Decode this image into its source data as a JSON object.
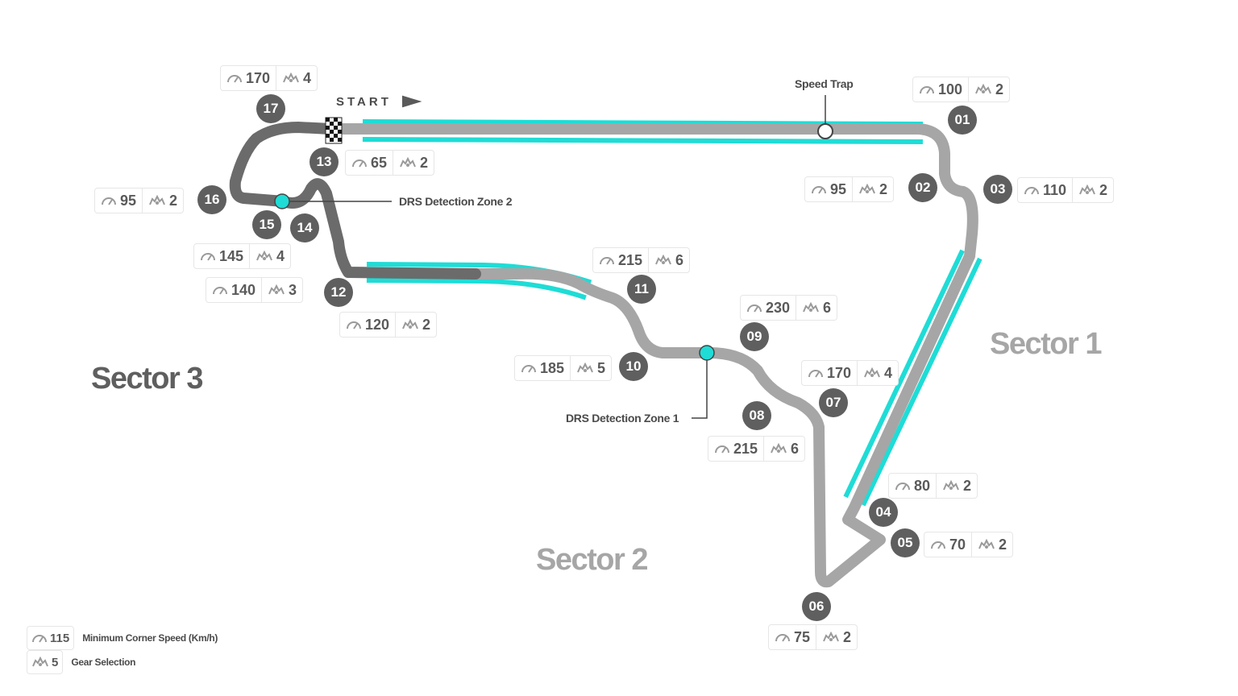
{
  "start_label": "START",
  "labels": {
    "speed_trap": "Speed Trap",
    "drs_zone_1": "DRS Detection Zone 1",
    "drs_zone_2": "DRS Detection Zone 2"
  },
  "sectors": [
    {
      "name": "Sector 1",
      "color": "#a6a6a6"
    },
    {
      "name": "Sector 2",
      "color": "#a6a6a6"
    },
    {
      "name": "Sector 3",
      "color": "#5f5f5f"
    }
  ],
  "corners": [
    {
      "number": "01",
      "min_speed": "100",
      "gear": "2"
    },
    {
      "number": "02",
      "min_speed": "95",
      "gear": "2"
    },
    {
      "number": "03",
      "min_speed": "110",
      "gear": "2"
    },
    {
      "number": "04",
      "min_speed": "80",
      "gear": "2"
    },
    {
      "number": "05",
      "min_speed": "70",
      "gear": "2"
    },
    {
      "number": "06",
      "min_speed": "75",
      "gear": "2"
    },
    {
      "number": "07",
      "min_speed": "170",
      "gear": "4"
    },
    {
      "number": "08",
      "min_speed": "215",
      "gear": "6"
    },
    {
      "number": "09",
      "min_speed": "230",
      "gear": "6"
    },
    {
      "number": "10",
      "min_speed": "185",
      "gear": "5"
    },
    {
      "number": "11",
      "min_speed": "215",
      "gear": "6"
    },
    {
      "number": "12",
      "min_speed": "120",
      "gear": "2"
    },
    {
      "number": "13",
      "min_speed": "65",
      "gear": "2"
    },
    {
      "number": "14",
      "min_speed": "140",
      "gear": "3"
    },
    {
      "number": "15",
      "min_speed": "145",
      "gear": "4"
    },
    {
      "number": "16",
      "min_speed": "95",
      "gear": "2"
    },
    {
      "number": "17",
      "min_speed": "170",
      "gear": "4"
    }
  ],
  "legend": {
    "speed_sample": "115",
    "speed_text": "Minimum Corner Speed (Km/h)",
    "gear_sample": "5",
    "gear_text": "Gear Selection"
  },
  "colors": {
    "track_light": "#a6a6a6",
    "track_dark": "#6b6b6b",
    "drs": "#1fdcd6",
    "badge": "#5f5f5f"
  },
  "icons": {
    "speed": "speedometer-icon",
    "gear": "gear-icon",
    "flag": "start-flag-icon",
    "checkered": "checkered-flag-icon"
  }
}
